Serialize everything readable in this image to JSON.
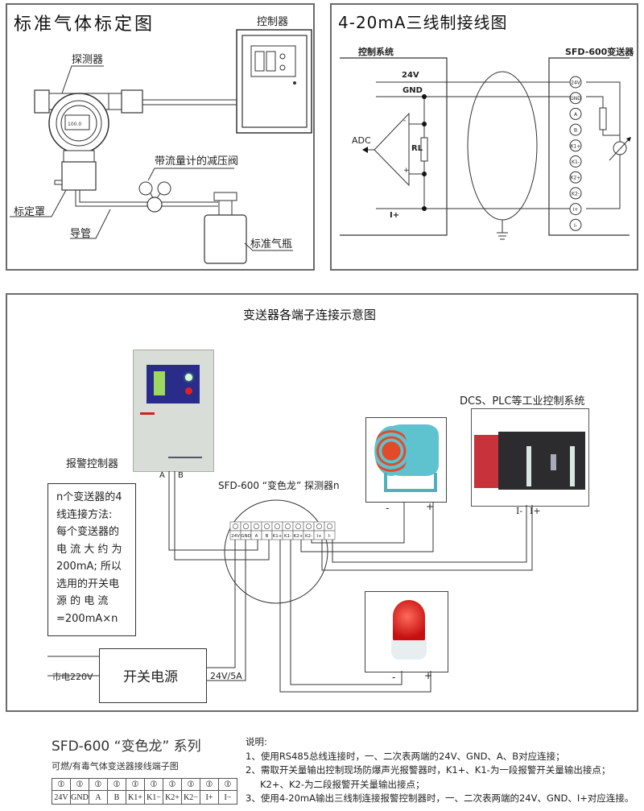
{
  "calibration": {
    "title": "标准气体标定图",
    "labels": {
      "controller": "控制器",
      "detector": "探测器",
      "flow_valve": "带流量计的减压阀",
      "cal_hood": "标定罩",
      "tube": "导管",
      "gas_bottle": "标准气瓶"
    },
    "detector_display": "100.0"
  },
  "wiring": {
    "title": "4-20mA三线制接线图",
    "control_system": "控制系统",
    "transmitter": "SFD-600变送器",
    "line_24v": "24V",
    "line_gnd": "GND",
    "line_iplus": "I+",
    "adc": "ADC",
    "rl": "RL",
    "opamp_minus": "-",
    "opamp_plus": "+",
    "terminals": [
      "24V",
      "GND",
      "A",
      "B",
      "K1+",
      "K1-",
      "K2+",
      "K2-",
      "I+",
      "I-"
    ]
  },
  "connections": {
    "title": "变送器各端子连接示意图",
    "alarm_controller": "报警控制器",
    "line_a": "A",
    "line_b": "B",
    "detector_label": "SFD-600 “变色龙” 探测器n",
    "detector_terminals": [
      "24V",
      "GND",
      "A",
      "B",
      "K1+",
      "K1-",
      "K2+",
      "K2-",
      "I+",
      "I-"
    ],
    "dcs_label": "DCS、PLC等工业控制系统",
    "fan_minus": "-",
    "fan_plus": "+",
    "dcs_iminus": "I-",
    "dcs_iplus": "I+",
    "beacon_minus": "-",
    "beacon_plus": "+",
    "note_lines": [
      "n个变送器的4",
      "线连接方法:",
      "每个变送器的",
      "电 流 大 约 为",
      "200mA; 所以",
      "选用的开关电",
      "源 的 电 流",
      "=200mA×n"
    ],
    "mains": "市电220V",
    "psu": "开关电源",
    "psu_out": "24V/5A"
  },
  "footer": {
    "series_title": "SFD-600 “变色龙” 系列",
    "subtitle": "可燃/有毒气体变送器接线端子图",
    "terminal_symbol": "⦶",
    "terminals": [
      "24V",
      "GND",
      "A",
      "B",
      "K1+",
      "K1−",
      "K2+",
      "K2−",
      "I+",
      "I−"
    ],
    "notes_title": "说明:",
    "notes": [
      "1、使用RS485总线连接时，一、二次表两端的24V、GND、A、B对应连接；",
      "2、需取开关量输出控制现场防爆声光报警器时，K1+、K1-为一段报警开关量输出接点；",
      "K2+、K2-为二段报警开关量输出接点；",
      "3、使用4-20mA输出三线制连接报警控制器时，一、二次表两端的24V、GND、I+对应连接。"
    ]
  }
}
